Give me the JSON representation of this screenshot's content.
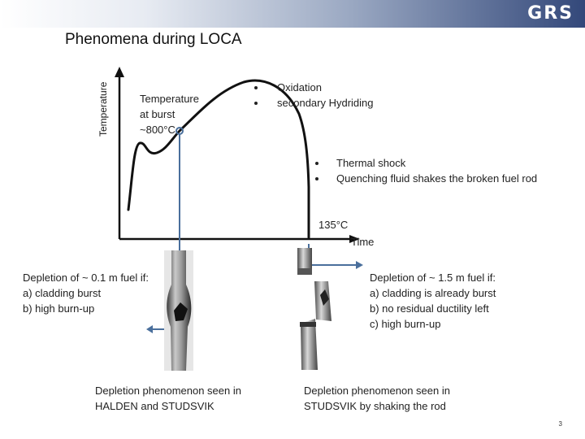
{
  "header": {
    "logo": "GRS",
    "title": "Phenomena during LOCA"
  },
  "diagram": {
    "y_axis_label": "Temperature",
    "x_axis_label": "Time",
    "burst_label_line1": "Temperature",
    "burst_label_line2": "at burst",
    "burst_label_line3": "~800°C",
    "oxidation_bullets": [
      "Oxidation",
      "secondary Hydriding"
    ],
    "thermal_bullets": [
      "Thermal shock",
      "Quenching fluid shakes the broken fuel rod"
    ],
    "quench_temp_label": "135°C"
  },
  "left_panel": {
    "depletion_lines": [
      "Depletion of ~ 0.1 m fuel if:",
      "a) cladding burst",
      "b) high burn-up"
    ],
    "caption_lines": [
      "Depletion phenomenon seen in",
      "HALDEN and STUDSVIK"
    ]
  },
  "right_panel": {
    "depletion_lines": [
      "Depletion of ~ 1.5 m fuel if:",
      "a) cladding is already burst",
      "b) no residual ductility left",
      "c) high burn-up"
    ],
    "caption_lines": [
      "Depletion phenomenon seen in",
      "STUDSVIK by shaking the rod"
    ]
  },
  "footer": {
    "page_number": "3"
  },
  "colors": {
    "connector": "#4a6f9c",
    "curve": "#111111",
    "header_dark": "#33487a"
  }
}
